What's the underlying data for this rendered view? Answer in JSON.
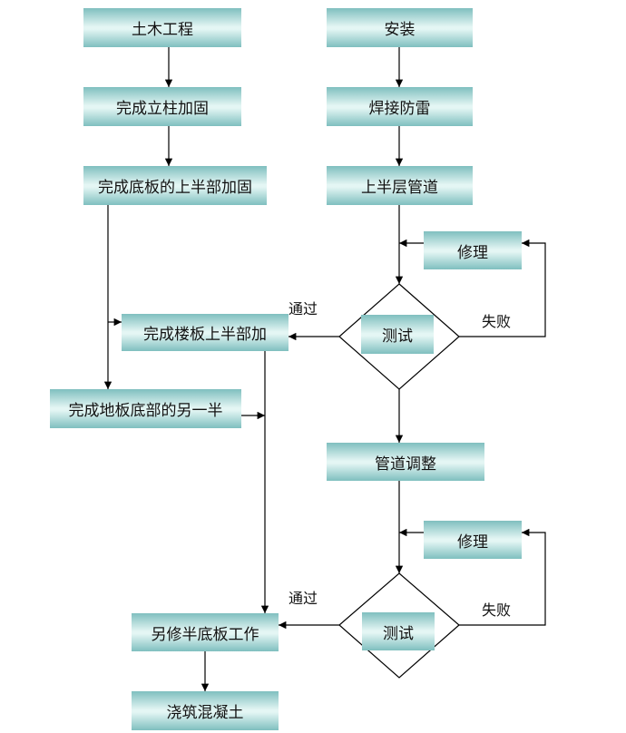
{
  "nodes": {
    "civil": "土木工程",
    "column": "完成立柱加固",
    "floor_upper": "完成底板的上半部加固",
    "install": "安装",
    "weld": "焊接防雷",
    "upper_pipe": "上半层管道",
    "repair1": "修理",
    "test1": "测试",
    "slab_upper": "完成楼板上半部加",
    "ground_half": "完成地板底部的另一半",
    "pipe_adjust": "管道调整",
    "repair2": "修理",
    "test2": "测试",
    "other_half": "另修半底板工作",
    "pour": "浇筑混凝土"
  },
  "edge_labels": {
    "pass1": "通过",
    "fail1": "失败",
    "pass2": "通过",
    "fail2": "失败"
  }
}
